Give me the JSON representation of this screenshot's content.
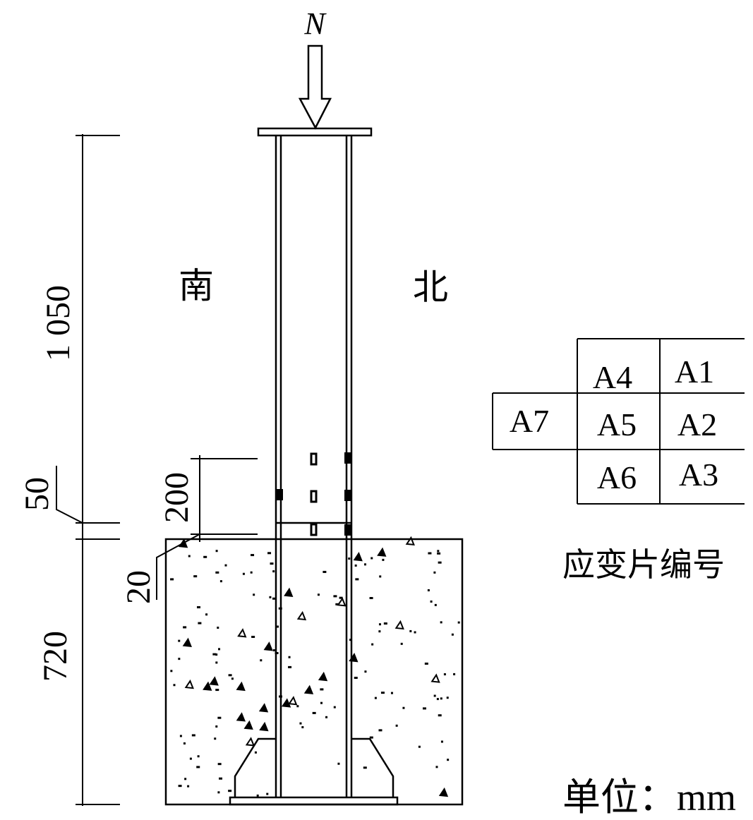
{
  "load": {
    "label": "N"
  },
  "directions": {
    "south": "南",
    "north": "北"
  },
  "dimensions": {
    "column_height": "1 050",
    "gap": "50",
    "gauge_span": "200",
    "gauge_offset": "20",
    "embed_depth": "720"
  },
  "gauge_grid": {
    "rows": [
      [
        "",
        "A4",
        "A1"
      ],
      [
        "A7",
        "A5",
        "A2"
      ],
      [
        "",
        "A6",
        "A3"
      ]
    ],
    "caption": "应变片编号"
  },
  "unit_label": "单位：mm"
}
